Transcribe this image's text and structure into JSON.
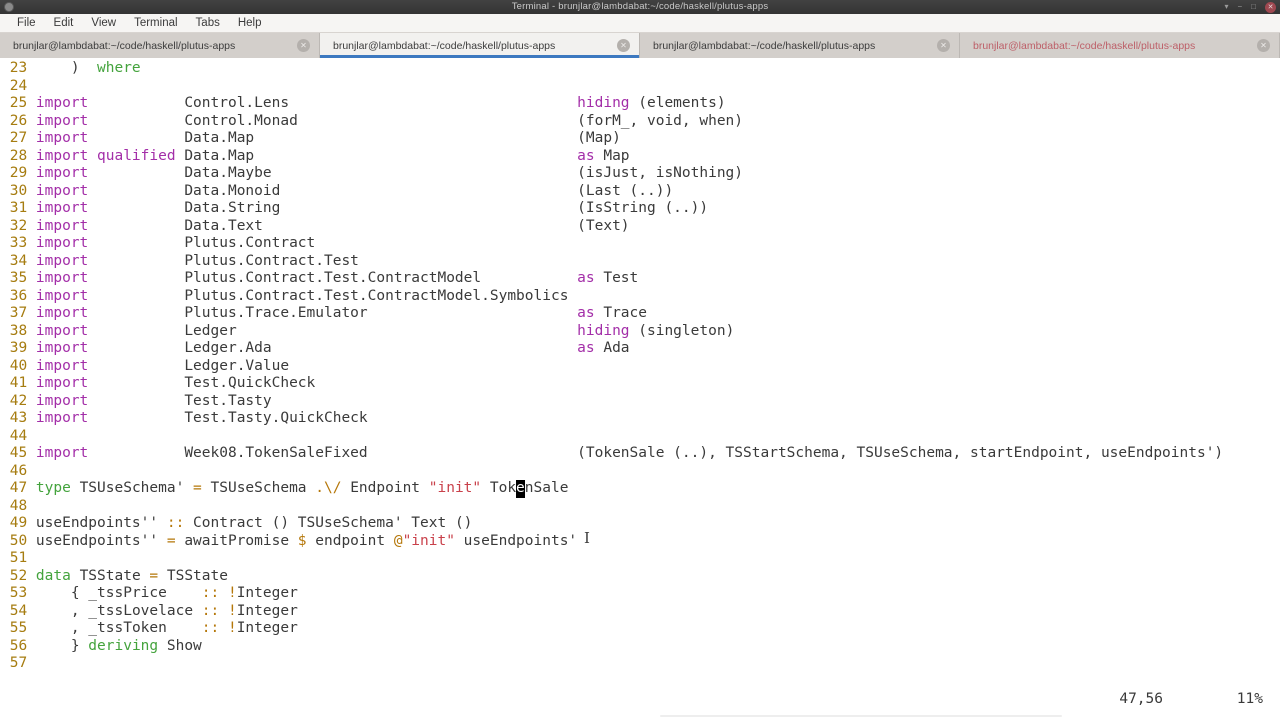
{
  "window": {
    "title": "Terminal - brunjlar@lambdabat:~/code/haskell/plutus-apps",
    "controls": {
      "pin": "▾",
      "minimize": "−",
      "maximize": "□",
      "close": "✕"
    }
  },
  "menu": {
    "items": [
      "File",
      "Edit",
      "View",
      "Terminal",
      "Tabs",
      "Help"
    ]
  },
  "tabs": [
    {
      "label": "brunjlar@lambdabat:~/code/haskell/plutus-apps",
      "active": false,
      "alert": false,
      "close_icon": "✕"
    },
    {
      "label": "brunjlar@lambdabat:~/code/haskell/plutus-apps",
      "active": true,
      "alert": false,
      "close_icon": "✕"
    },
    {
      "label": "brunjlar@lambdabat:~/code/haskell/plutus-apps",
      "active": false,
      "alert": false,
      "close_icon": "✕"
    },
    {
      "label": "brunjlar@lambdabat:~/code/haskell/plutus-apps",
      "active": false,
      "alert": true,
      "close_icon": "✕"
    }
  ],
  "editor": {
    "colors": {
      "background": "#ffffff",
      "line_number": "#a67c10",
      "plain": "#3a3a3a",
      "keyword_magenta": "#a32ea8",
      "keyword_green": "#44a33d",
      "operator": "#b5770a",
      "string": "#c9414b",
      "cursor_bg": "#000000",
      "cursor_fg": "#ffffff",
      "active_tab_underline": "#3d79c0"
    },
    "ruler": {
      "position": "47,56",
      "percent": "11%"
    },
    "lines": [
      {
        "n": 23,
        "segs": [
          {
            "c": 5,
            "t": ")",
            "s": "t"
          },
          {
            "c": 8,
            "t": "where",
            "s": "g"
          }
        ]
      },
      {
        "n": 24,
        "segs": []
      },
      {
        "n": 25,
        "segs": [
          {
            "c": 1,
            "t": "import",
            "s": "k"
          },
          {
            "c": 18,
            "t": "Control.Lens",
            "s": "t"
          },
          {
            "c": 63,
            "t": "hiding",
            "s": "k"
          },
          {
            "c": 70,
            "t": "(elements)",
            "s": "t"
          }
        ]
      },
      {
        "n": 26,
        "segs": [
          {
            "c": 1,
            "t": "import",
            "s": "k"
          },
          {
            "c": 18,
            "t": "Control.Monad",
            "s": "t"
          },
          {
            "c": 63,
            "t": "(forM_, void, when)",
            "s": "t"
          }
        ]
      },
      {
        "n": 27,
        "segs": [
          {
            "c": 1,
            "t": "import",
            "s": "k"
          },
          {
            "c": 18,
            "t": "Data.Map",
            "s": "t"
          },
          {
            "c": 63,
            "t": "(Map)",
            "s": "t"
          }
        ]
      },
      {
        "n": 28,
        "segs": [
          {
            "c": 1,
            "t": "import",
            "s": "k"
          },
          {
            "c": 8,
            "t": "qualified",
            "s": "k"
          },
          {
            "c": 18,
            "t": "Data.Map",
            "s": "t"
          },
          {
            "c": 63,
            "t": "as",
            "s": "k"
          },
          {
            "c": 66,
            "t": "Map",
            "s": "t"
          }
        ]
      },
      {
        "n": 29,
        "segs": [
          {
            "c": 1,
            "t": "import",
            "s": "k"
          },
          {
            "c": 18,
            "t": "Data.Maybe",
            "s": "t"
          },
          {
            "c": 63,
            "t": "(isJust, isNothing)",
            "s": "t"
          }
        ]
      },
      {
        "n": 30,
        "segs": [
          {
            "c": 1,
            "t": "import",
            "s": "k"
          },
          {
            "c": 18,
            "t": "Data.Monoid",
            "s": "t"
          },
          {
            "c": 63,
            "t": "(Last (..))",
            "s": "t"
          }
        ]
      },
      {
        "n": 31,
        "segs": [
          {
            "c": 1,
            "t": "import",
            "s": "k"
          },
          {
            "c": 18,
            "t": "Data.String",
            "s": "t"
          },
          {
            "c": 63,
            "t": "(IsString (..))",
            "s": "t"
          }
        ]
      },
      {
        "n": 32,
        "segs": [
          {
            "c": 1,
            "t": "import",
            "s": "k"
          },
          {
            "c": 18,
            "t": "Data.Text",
            "s": "t"
          },
          {
            "c": 63,
            "t": "(Text)",
            "s": "t"
          }
        ]
      },
      {
        "n": 33,
        "segs": [
          {
            "c": 1,
            "t": "import",
            "s": "k"
          },
          {
            "c": 18,
            "t": "Plutus.Contract",
            "s": "t"
          }
        ]
      },
      {
        "n": 34,
        "segs": [
          {
            "c": 1,
            "t": "import",
            "s": "k"
          },
          {
            "c": 18,
            "t": "Plutus.Contract.Test",
            "s": "t"
          }
        ]
      },
      {
        "n": 35,
        "segs": [
          {
            "c": 1,
            "t": "import",
            "s": "k"
          },
          {
            "c": 18,
            "t": "Plutus.Contract.Test.ContractModel",
            "s": "t"
          },
          {
            "c": 63,
            "t": "as",
            "s": "k"
          },
          {
            "c": 66,
            "t": "Test",
            "s": "t"
          }
        ]
      },
      {
        "n": 36,
        "segs": [
          {
            "c": 1,
            "t": "import",
            "s": "k"
          },
          {
            "c": 18,
            "t": "Plutus.Contract.Test.ContractModel.Symbolics",
            "s": "t"
          }
        ]
      },
      {
        "n": 37,
        "segs": [
          {
            "c": 1,
            "t": "import",
            "s": "k"
          },
          {
            "c": 18,
            "t": "Plutus.Trace.Emulator",
            "s": "t"
          },
          {
            "c": 63,
            "t": "as",
            "s": "k"
          },
          {
            "c": 66,
            "t": "Trace",
            "s": "t"
          }
        ]
      },
      {
        "n": 38,
        "segs": [
          {
            "c": 1,
            "t": "import",
            "s": "k"
          },
          {
            "c": 18,
            "t": "Ledger",
            "s": "t"
          },
          {
            "c": 63,
            "t": "hiding",
            "s": "k"
          },
          {
            "c": 70,
            "t": "(singleton)",
            "s": "t"
          }
        ]
      },
      {
        "n": 39,
        "segs": [
          {
            "c": 1,
            "t": "import",
            "s": "k"
          },
          {
            "c": 18,
            "t": "Ledger.Ada",
            "s": "t"
          },
          {
            "c": 63,
            "t": "as",
            "s": "k"
          },
          {
            "c": 66,
            "t": "Ada",
            "s": "t"
          }
        ]
      },
      {
        "n": 40,
        "segs": [
          {
            "c": 1,
            "t": "import",
            "s": "k"
          },
          {
            "c": 18,
            "t": "Ledger.Value",
            "s": "t"
          }
        ]
      },
      {
        "n": 41,
        "segs": [
          {
            "c": 1,
            "t": "import",
            "s": "k"
          },
          {
            "c": 18,
            "t": "Test.QuickCheck",
            "s": "t"
          }
        ]
      },
      {
        "n": 42,
        "segs": [
          {
            "c": 1,
            "t": "import",
            "s": "k"
          },
          {
            "c": 18,
            "t": "Test.Tasty",
            "s": "t"
          }
        ]
      },
      {
        "n": 43,
        "segs": [
          {
            "c": 1,
            "t": "import",
            "s": "k"
          },
          {
            "c": 18,
            "t": "Test.Tasty.QuickCheck",
            "s": "t"
          }
        ]
      },
      {
        "n": 44,
        "segs": []
      },
      {
        "n": 45,
        "segs": [
          {
            "c": 1,
            "t": "import",
            "s": "k"
          },
          {
            "c": 18,
            "t": "Week08.TokenSaleFixed",
            "s": "t"
          },
          {
            "c": 63,
            "t": "(TokenSale (..), TSStartSchema, TSUseSchema, startEndpoint, useEndpoints')",
            "s": "t"
          }
        ]
      },
      {
        "n": 46,
        "segs": []
      },
      {
        "n": 47,
        "segs": [
          {
            "c": 1,
            "t": "type",
            "s": "g"
          },
          {
            "c": 6,
            "t": "TSUseSchema'",
            "s": "t"
          },
          {
            "c": 19,
            "t": "=",
            "s": "o"
          },
          {
            "c": 21,
            "t": "TSUseSchema",
            "s": "t"
          },
          {
            "c": 33,
            "t": ".\\/",
            "s": "o"
          },
          {
            "c": 37,
            "t": "Endpoint",
            "s": "t"
          },
          {
            "c": 46,
            "t": "\"init\"",
            "s": "s"
          },
          {
            "c": 53,
            "t": "Tok",
            "s": "t"
          },
          {
            "c": 56,
            "t": "e",
            "s": "cur"
          },
          {
            "c": 57,
            "t": "nSale",
            "s": "t"
          }
        ]
      },
      {
        "n": 48,
        "segs": []
      },
      {
        "n": 49,
        "segs": [
          {
            "c": 1,
            "t": "useEndpoints''",
            "s": "t"
          },
          {
            "c": 16,
            "t": "::",
            "s": "o"
          },
          {
            "c": 19,
            "t": "Contract () TSUseSchema' Text ()",
            "s": "t"
          }
        ]
      },
      {
        "n": 50,
        "segs": [
          {
            "c": 1,
            "t": "useEndpoints''",
            "s": "t"
          },
          {
            "c": 16,
            "t": "=",
            "s": "o"
          },
          {
            "c": 18,
            "t": "awaitPromise",
            "s": "t"
          },
          {
            "c": 31,
            "t": "$",
            "s": "o"
          },
          {
            "c": 33,
            "t": "endpoint",
            "s": "t"
          },
          {
            "c": 42,
            "t": "@",
            "s": "o"
          },
          {
            "c": 43,
            "t": "\"init\"",
            "s": "s"
          },
          {
            "c": 50,
            "t": "useEndpoints'",
            "s": "t"
          }
        ]
      },
      {
        "n": 51,
        "segs": []
      },
      {
        "n": 52,
        "segs": [
          {
            "c": 1,
            "t": "data",
            "s": "g"
          },
          {
            "c": 6,
            "t": "TSState",
            "s": "t"
          },
          {
            "c": 14,
            "t": "=",
            "s": "o"
          },
          {
            "c": 16,
            "t": "TSState",
            "s": "t"
          }
        ]
      },
      {
        "n": 53,
        "segs": [
          {
            "c": 5,
            "t": "{",
            "s": "t"
          },
          {
            "c": 7,
            "t": "_tssPrice",
            "s": "t"
          },
          {
            "c": 20,
            "t": "::",
            "s": "o"
          },
          {
            "c": 23,
            "t": "!",
            "s": "o"
          },
          {
            "c": 24,
            "t": "Integer",
            "s": "t"
          }
        ]
      },
      {
        "n": 54,
        "segs": [
          {
            "c": 5,
            "t": ",",
            "s": "t"
          },
          {
            "c": 7,
            "t": "_tssLovelace",
            "s": "t"
          },
          {
            "c": 20,
            "t": "::",
            "s": "o"
          },
          {
            "c": 23,
            "t": "!",
            "s": "o"
          },
          {
            "c": 24,
            "t": "Integer",
            "s": "t"
          }
        ]
      },
      {
        "n": 55,
        "segs": [
          {
            "c": 5,
            "t": ",",
            "s": "t"
          },
          {
            "c": 7,
            "t": "_tssToken",
            "s": "t"
          },
          {
            "c": 20,
            "t": "::",
            "s": "o"
          },
          {
            "c": 23,
            "t": "!",
            "s": "o"
          },
          {
            "c": 24,
            "t": "Integer",
            "s": "t"
          }
        ]
      },
      {
        "n": 56,
        "segs": [
          {
            "c": 5,
            "t": "}",
            "s": "t"
          },
          {
            "c": 7,
            "t": "deriving",
            "s": "g"
          },
          {
            "c": 16,
            "t": "Show",
            "s": "t"
          }
        ]
      },
      {
        "n": 57,
        "segs": []
      }
    ]
  }
}
